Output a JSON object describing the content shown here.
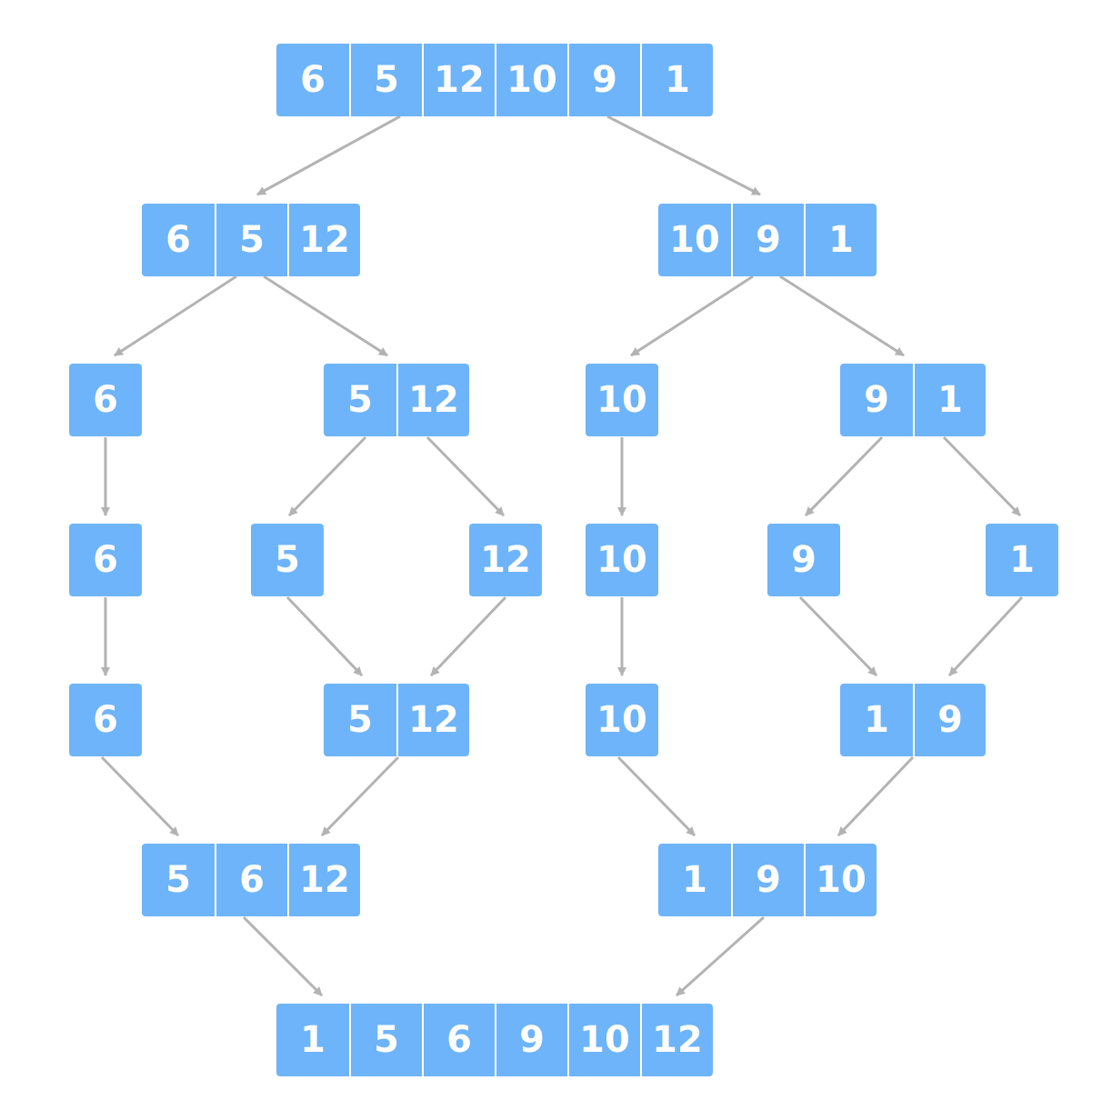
{
  "diagram": {
    "root": [
      "6",
      "5",
      "12",
      "10",
      "9",
      "1"
    ],
    "split_left": [
      "6",
      "5",
      "12"
    ],
    "split_right": [
      "10",
      "9",
      "1"
    ],
    "l_single_6": [
      "6"
    ],
    "l_pair": [
      "5",
      "12"
    ],
    "r_single_10": [
      "10"
    ],
    "r_pair": [
      "9",
      "1"
    ],
    "l_6_b": [
      "6"
    ],
    "l_5": [
      "5"
    ],
    "l_12": [
      "12"
    ],
    "r_10_b": [
      "10"
    ],
    "r_9": [
      "9"
    ],
    "r_1": [
      "1"
    ],
    "l_6_c": [
      "6"
    ],
    "l_merged_pair": [
      "5",
      "12"
    ],
    "r_10_c": [
      "10"
    ],
    "r_merged_pair": [
      "1",
      "9"
    ],
    "merge_left": [
      "5",
      "6",
      "12"
    ],
    "merge_right": [
      "1",
      "9",
      "10"
    ],
    "result": [
      "1",
      "5",
      "6",
      "9",
      "10",
      "12"
    ]
  },
  "colors": {
    "cell": "#6eb4fa",
    "text": "#ffffff",
    "arrow": "#b3b3b3"
  }
}
